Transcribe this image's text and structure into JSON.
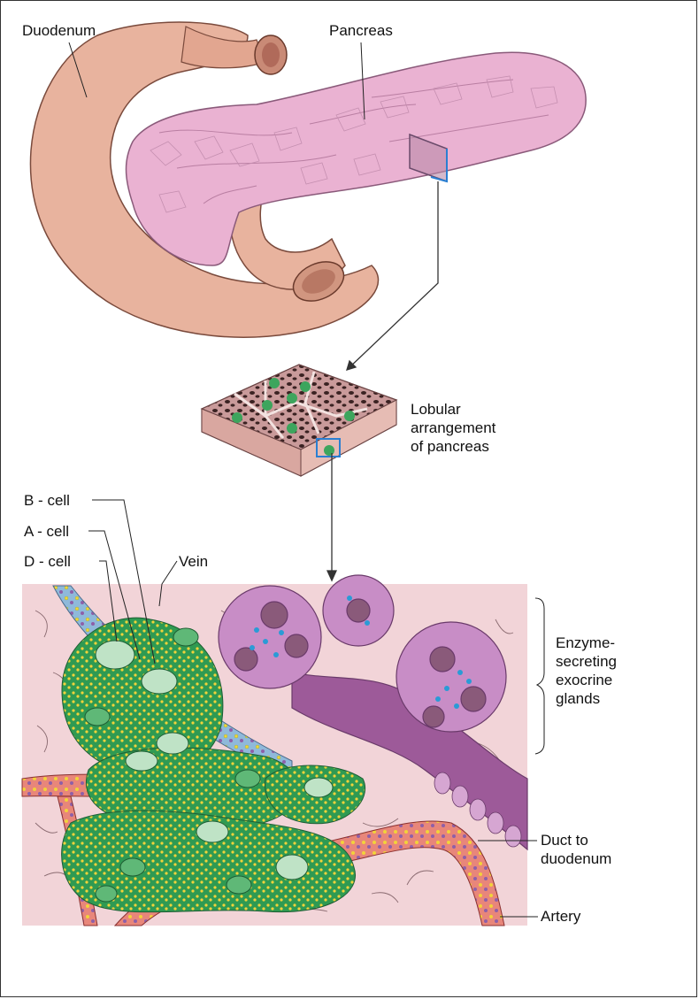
{
  "labels": {
    "duodenum": "Duodenum",
    "pancreas": "Pancreas",
    "lobular": [
      "Lobular",
      "arrangement",
      "of pancreas"
    ],
    "b_cell": "B - cell",
    "a_cell": "A - cell",
    "d_cell": "D - cell",
    "vein": "Vein",
    "enzyme": [
      "Enzyme-",
      "secreting",
      "exocrine",
      "glands"
    ],
    "duct": [
      "Duct to",
      "duodenum"
    ],
    "artery": "Artery"
  },
  "colors": {
    "duodenum": "#e8b39e",
    "pancreas": "#eab2d2",
    "tissue_bg": "#f2d4d8",
    "islet_b": "#2f9a52",
    "islet_a": "#5fb877",
    "islet_d": "#bfe3c6",
    "vein": "#8fb9da",
    "artery": "#e25a4f",
    "gland": "#c88dc6",
    "duct": "#9d5a99",
    "zymogen": "#2a9bd6",
    "box": "#2a7fd2"
  }
}
